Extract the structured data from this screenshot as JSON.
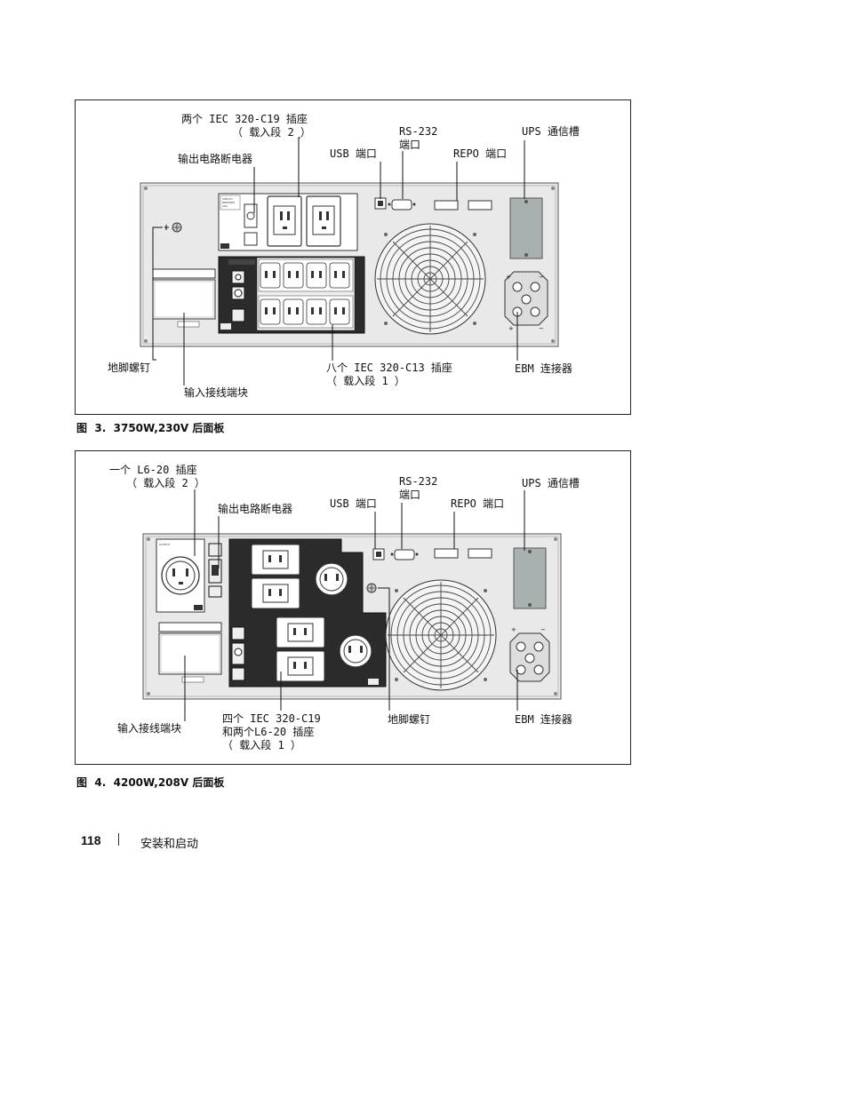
{
  "figure3": {
    "caption": "图  3.  3750W,230V 后面板",
    "labels": {
      "receptacle_seg2_line1": "两个 IEC 320-C19 插座",
      "receptacle_seg2_line2": "（ 载入段 2 ）",
      "output_breaker": "输出电路断电器",
      "usb_port": "USB 端口",
      "rs232_line1": "RS-232",
      "rs232_line2": "端口",
      "repo_port": "REPO 端口",
      "ups_slot": "UPS 通信槽",
      "ground_screw": "地脚螺钉",
      "input_terminal": "输入接线端块",
      "receptacle_seg1_line1": "八个 IEC 320-C13 插座",
      "receptacle_seg1_line2": "（ 载入段 1 ）",
      "ebm_connector": "EBM 连接器"
    }
  },
  "figure4": {
    "caption": "图  4.  4200W,208V 后面板",
    "labels": {
      "l620_line1": "一个 L6-20 插座",
      "l620_line2": "（ 载入段 2 ）",
      "output_breaker": "输出电路断电器",
      "usb_port": "USB 端口",
      "rs232_line1": "RS-232",
      "rs232_line2": "端口",
      "repo_port": "REPO 端口",
      "ups_slot": "UPS 通信槽",
      "input_terminal": "输入接线端块",
      "seg1_line1": "四个 IEC 320-C19",
      "seg1_line2": "和两个L6-20 插座",
      "seg1_line3": "（ 载入段 1 ）",
      "ground_screw": "地脚螺钉",
      "ebm_connector": "EBM 连接器"
    }
  },
  "footer": {
    "page_number": "118",
    "section": "安装和启动"
  },
  "colors": {
    "panel": "#e9e9e9",
    "panel_border": "#555555",
    "dark_module": "#2b2b2b",
    "slot": "#a9b0b0",
    "line": "#111111"
  }
}
